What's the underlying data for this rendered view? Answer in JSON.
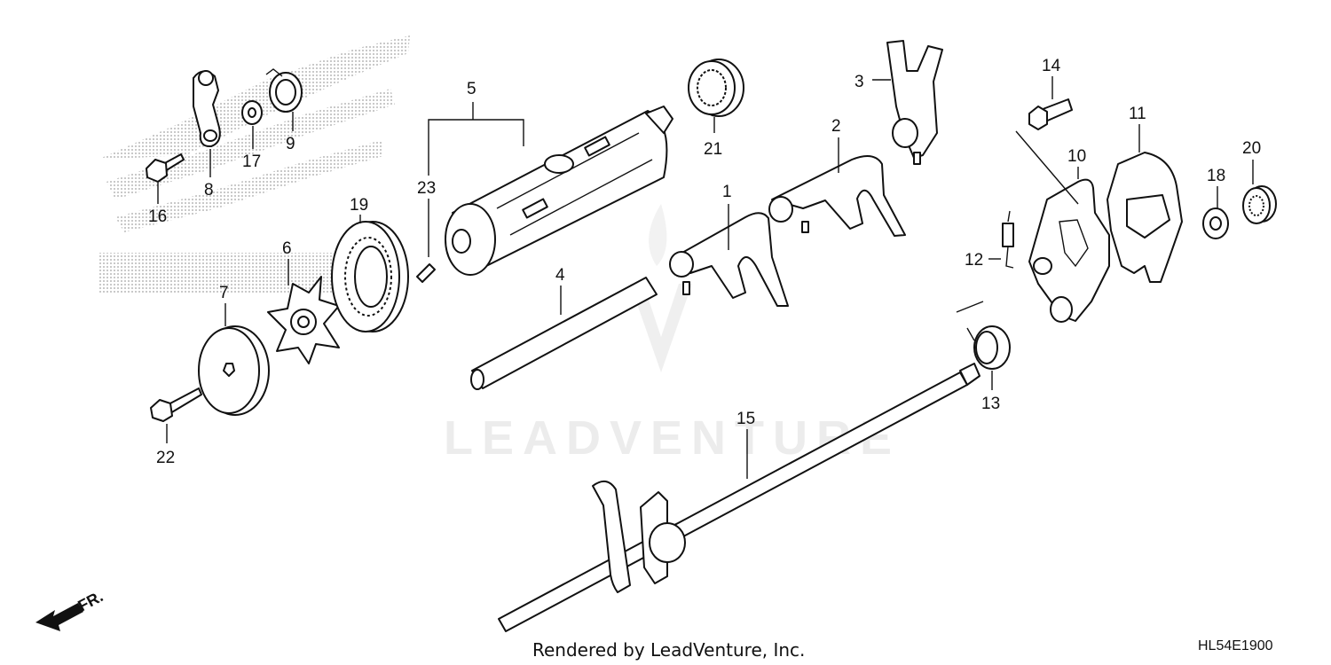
{
  "diagram": {
    "watermark_text": "LEADVENTURE",
    "footer_credit": "Rendered by LeadVenture, Inc.",
    "diagram_code": "HL54E1900",
    "direction_label": "FR.",
    "callouts": [
      "1",
      "2",
      "3",
      "4",
      "5",
      "6",
      "7",
      "8",
      "9",
      "10",
      "11",
      "12",
      "13",
      "14",
      "15",
      "16",
      "17",
      "18",
      "19",
      "20",
      "21",
      "22",
      "23"
    ]
  }
}
